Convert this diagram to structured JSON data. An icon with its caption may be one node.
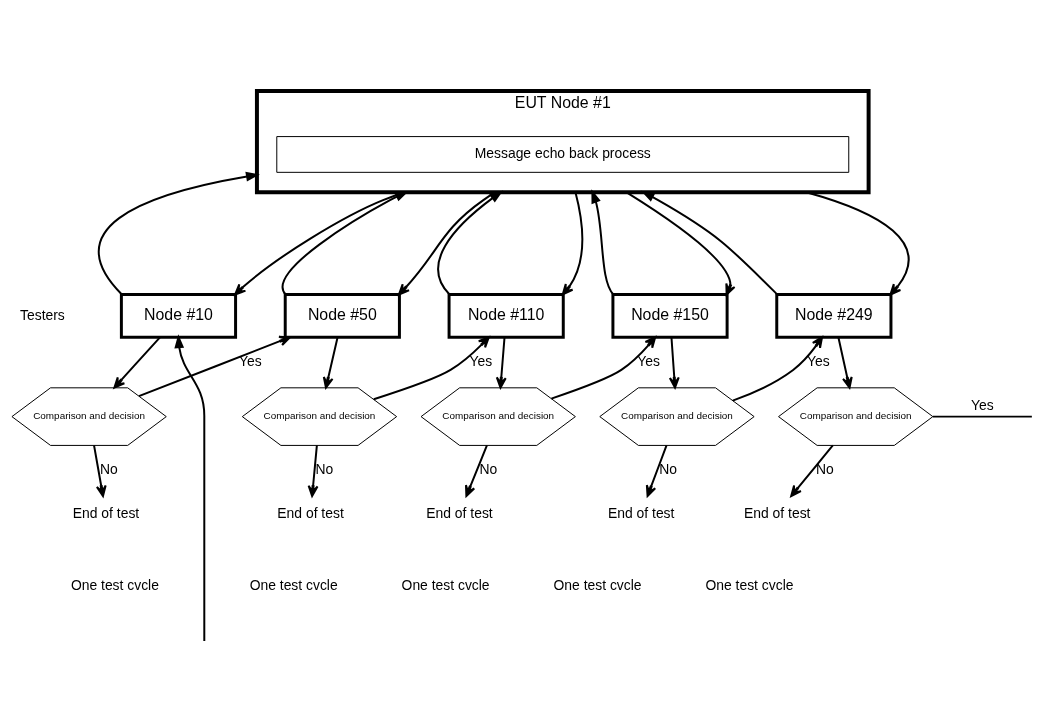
{
  "diagram": {
    "nodes": [
      {
        "text": [
          "EUT Node #1"
        ]
      },
      {
        "text": [
          "Message echo back process"
        ],
        "in": 0
      },
      {
        "text": [
          "Node #10"
        ]
      },
      {
        "text": [
          "Node #50"
        ]
      },
      {
        "text": [
          "Node #110"
        ]
      },
      {
        "text": [
          "Node #150"
        ]
      },
      {
        "text": [
          "Node #249"
        ]
      },
      {
        "text": [
          "Comparison and decision"
        ]
      },
      {
        "text": [
          "Comparison and decision"
        ]
      },
      {
        "text": [
          "Comparison and decision"
        ]
      },
      {
        "text": [
          "Comparison and decision"
        ]
      },
      {
        "text": [
          "Comparison and decision"
        ]
      },
      {
        "text": [
          "End of test"
        ]
      },
      {
        "text": [
          "End of test"
        ]
      },
      {
        "text": [
          "End of test"
        ]
      },
      {
        "text": [
          "End of test"
        ]
      },
      {
        "text": [
          "End of test"
        ]
      }
    ],
    "edges": [
      {
        "from": null,
        "to": 2,
        "arrow": "to"
      },
      {
        "from": 2,
        "to": 0,
        "arrow": "to"
      },
      {
        "from": 0,
        "to": 2,
        "arrow": "to"
      },
      {
        "from": 2,
        "to": 7,
        "arrow": "to"
      },
      {
        "from": 7,
        "to": 12,
        "arrow": "to",
        "label": "No"
      },
      {
        "from": 7,
        "to": 3,
        "arrow": "to",
        "label": "Yes"
      },
      {
        "from": 3,
        "to": 0,
        "arrow": "to"
      },
      {
        "from": 0,
        "to": 3,
        "arrow": "to"
      },
      {
        "from": 3,
        "to": 8,
        "arrow": "to"
      },
      {
        "from": 8,
        "to": 13,
        "arrow": "to",
        "label": "No"
      },
      {
        "from": 8,
        "to": 4,
        "arrow": "to",
        "label": "Yes"
      },
      {
        "from": 4,
        "to": 0,
        "arrow": "to"
      },
      {
        "from": 0,
        "to": 4,
        "arrow": "to"
      },
      {
        "from": 4,
        "to": 9,
        "arrow": "to"
      },
      {
        "from": 9,
        "to": 14,
        "arrow": "to",
        "label": "No"
      },
      {
        "from": 9,
        "to": 5,
        "arrow": "to",
        "label": "Yes"
      },
      {
        "from": 5,
        "to": 0,
        "arrow": "to"
      },
      {
        "from": 0,
        "to": 5,
        "arrow": "to"
      },
      {
        "from": 5,
        "to": 10,
        "arrow": "to"
      },
      {
        "from": 10,
        "to": 15,
        "arrow": "to",
        "label": "No"
      },
      {
        "from": 10,
        "to": 6,
        "arrow": "to",
        "label": "Yes"
      },
      {
        "from": 6,
        "to": 0,
        "arrow": "to"
      },
      {
        "from": 0,
        "to": 6,
        "arrow": "to"
      },
      {
        "from": 6,
        "to": 11,
        "arrow": "to"
      },
      {
        "from": 11,
        "to": 16,
        "arrow": "to",
        "label": "No"
      },
      {
        "from": 11,
        "to": null,
        "arrow": "none",
        "label": "Yes"
      }
    ],
    "labels": [
      "Testers",
      "One test cvcle",
      "One test cvcle",
      "One test cvcle",
      "One test cvcle",
      "One test cvcle"
    ]
  }
}
